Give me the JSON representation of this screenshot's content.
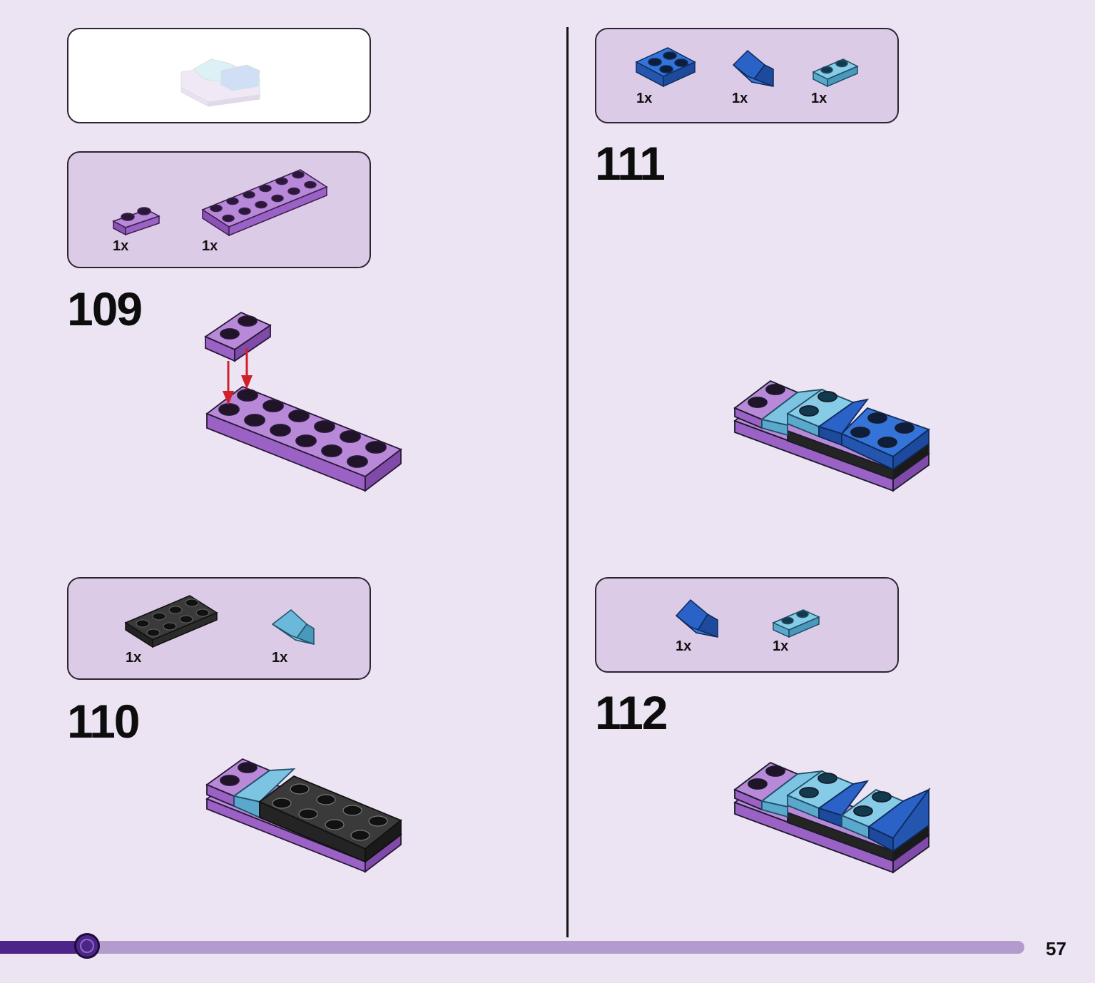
{
  "callouts": {
    "top_left": {
      "parts": []
    },
    "step109": {
      "parts": [
        {
          "qty": "1x",
          "icon": "purple-plate-1x2-icon"
        },
        {
          "qty": "1x",
          "icon": "purple-plate-2x6-icon"
        }
      ]
    },
    "step110": {
      "parts": [
        {
          "qty": "1x",
          "icon": "black-plate-2x4-icon"
        },
        {
          "qty": "1x",
          "icon": "light-blue-slope-icon"
        }
      ]
    },
    "step111": {
      "parts": [
        {
          "qty": "1x",
          "icon": "blue-plate-2x2-icon"
        },
        {
          "qty": "1x",
          "icon": "blue-slope-icon"
        },
        {
          "qty": "1x",
          "icon": "light-blue-plate-1x2-icon"
        }
      ]
    },
    "step112": {
      "parts": [
        {
          "qty": "1x",
          "icon": "blue-slope-icon"
        },
        {
          "qty": "1x",
          "icon": "light-blue-plate-1x2-icon"
        }
      ]
    }
  },
  "steps": [
    {
      "number": "109"
    },
    {
      "number": "110"
    },
    {
      "number": "111"
    },
    {
      "number": "112"
    }
  ],
  "progress": {
    "fraction": 0.085
  },
  "page": {
    "number": "57"
  },
  "colors": {
    "background": "#ece4f2",
    "callout": "#dccbe6",
    "purple_brick": "#9a62c4",
    "blue_brick": "#2a62c8",
    "light_blue_brick": "#6ab8da",
    "black_brick": "#2b2b2b",
    "progress_fill": "#4d2588",
    "progress_track": "#b39ccd",
    "arrow": "#d0202a"
  }
}
